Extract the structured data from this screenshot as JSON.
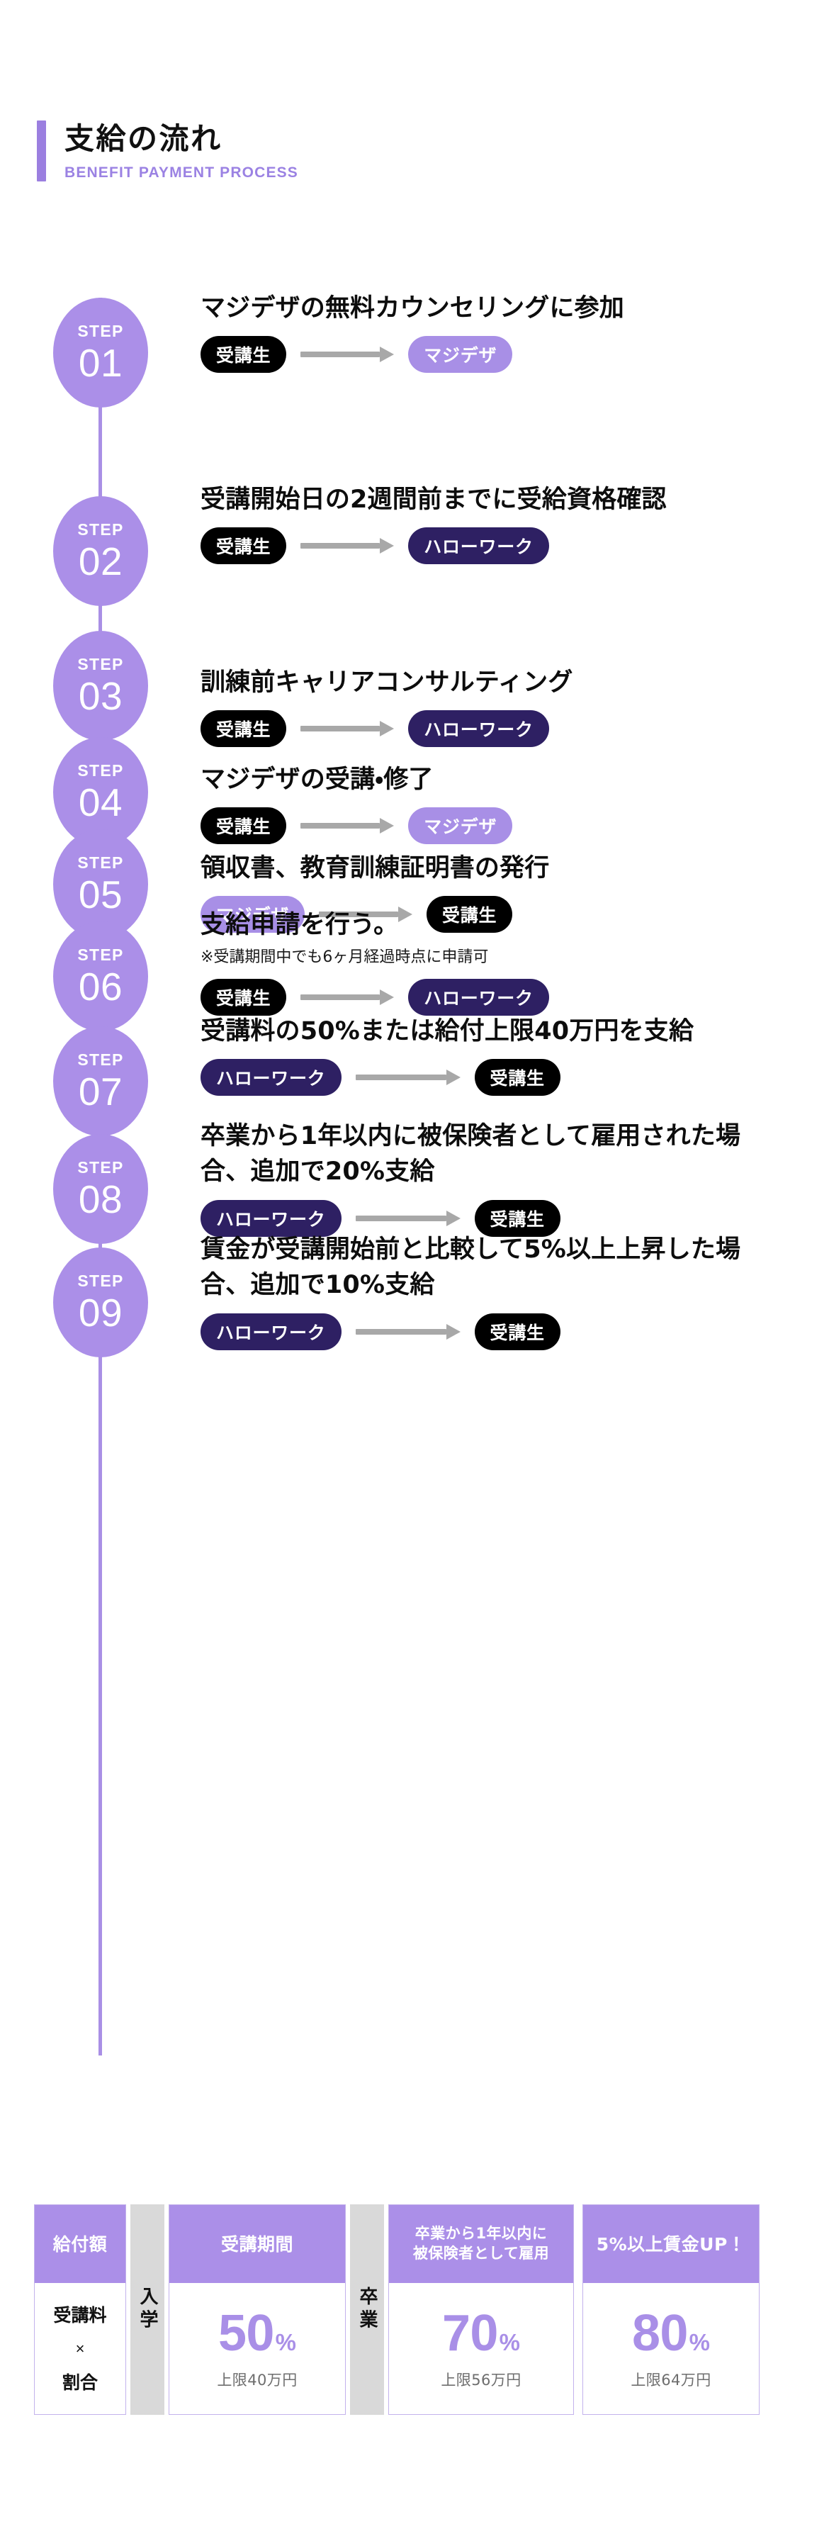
{
  "header": {
    "title": "支給の流れ",
    "subtitle": "BENEFIT PAYMENT PROCESS",
    "accent_color": "#9b7fe0"
  },
  "colors": {
    "purple": "#ab8fe8",
    "purple_light": "#a88fe6",
    "navy": "#2e2063",
    "black": "#000000",
    "arrow_gray": "#a8a8a8",
    "divider_gray": "#d9d9d9",
    "pct_purple": "#a98fe7"
  },
  "steps": [
    {
      "label": "STEP",
      "number": "01",
      "title": "マジデザの無料カウンセリングに参加",
      "note": "",
      "from": {
        "text": "受講生",
        "type": "student"
      },
      "to": {
        "text": "マジデザ",
        "type": "majideza"
      }
    },
    {
      "label": "STEP",
      "number": "02",
      "title": "受講開始日の2週間前までに受給資格確認",
      "note": "",
      "from": {
        "text": "受講生",
        "type": "student"
      },
      "to": {
        "text": "ハローワーク",
        "type": "hw"
      }
    },
    {
      "label": "STEP",
      "number": "03",
      "title": "訓練前キャリアコンサルティング",
      "note": "",
      "from": {
        "text": "受講生",
        "type": "student"
      },
      "to": {
        "text": "ハローワーク",
        "type": "hw"
      }
    },
    {
      "label": "STEP",
      "number": "04",
      "title": "マジデザの受講・修了",
      "note": "",
      "from": {
        "text": "受講生",
        "type": "student"
      },
      "to": {
        "text": "マジデザ",
        "type": "majideza"
      }
    },
    {
      "label": "STEP",
      "number": "05",
      "title": "領収書、教育訓練証明書の発行",
      "note": "",
      "from": {
        "text": "マジデザ",
        "type": "majideza"
      },
      "to": {
        "text": "受講生",
        "type": "student"
      }
    },
    {
      "label": "STEP",
      "number": "06",
      "title": "支給申請を行う。",
      "note": "※受講期間中でも6ヶ月経過時点に申請可",
      "from": {
        "text": "受講生",
        "type": "student"
      },
      "to": {
        "text": "ハローワーク",
        "type": "hw"
      }
    },
    {
      "label": "STEP",
      "number": "07",
      "title": "受講料の50%または給付上限40万円を支給",
      "note": "",
      "from": {
        "text": "ハローワーク",
        "type": "hw"
      },
      "to": {
        "text": "受講生",
        "type": "student"
      }
    },
    {
      "label": "STEP",
      "number": "08",
      "title": "卒業から1年以内に被保険者として雇用された場合、追加で20%支給",
      "note": "",
      "from": {
        "text": "ハローワーク",
        "type": "hw"
      },
      "to": {
        "text": "受講生",
        "type": "student"
      }
    },
    {
      "label": "STEP",
      "number": "09",
      "title": "賃金が受講開始前と比較して5%以上上昇した場合、追加で10%支給",
      "note": "",
      "from": {
        "text": "ハローワーク",
        "type": "hw"
      },
      "to": {
        "text": "受講生",
        "type": "student"
      }
    }
  ],
  "rate_table": {
    "formula_column": {
      "header": "給付額",
      "line1": "受講料",
      "operator": "×",
      "line2": "割合"
    },
    "dividers": [
      {
        "text": "入学"
      },
      {
        "text": "卒業"
      }
    ],
    "rate_columns": [
      {
        "header": "受講期間",
        "header_lines": [
          "受講期間"
        ],
        "percent": "50",
        "percent_sign": "%",
        "cap": "上限40万円"
      },
      {
        "header": "卒業から1年以内に被保険者として雇用",
        "header_lines": [
          "卒業から1年以内に",
          "被保険者として雇用"
        ],
        "percent": "70",
        "percent_sign": "%",
        "cap": "上限56万円"
      },
      {
        "header": "5%以上賃金UP！",
        "header_lines": [
          "5%以上賃金UP！"
        ],
        "percent": "80",
        "percent_sign": "%",
        "cap": "上限64万円"
      }
    ]
  }
}
